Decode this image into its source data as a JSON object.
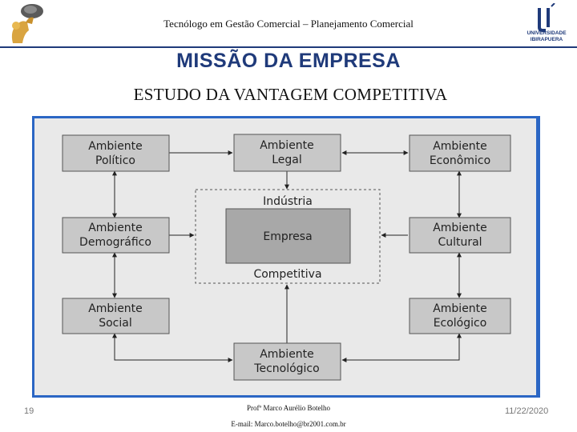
{
  "header": {
    "title": "Tecnólogo em Gestão Comercial – Planejamento Comercial",
    "logo_right_line1": "UNIVERSIDADE",
    "logo_right_line2": "IBIRAPUERA"
  },
  "title": "MISSÃO DA EMPRESA",
  "subtitle": "ESTUDO DA VANTAGEM COMPETITIVA",
  "diagram": {
    "boxes": {
      "politico": [
        "Ambiente",
        "Político"
      ],
      "legal": [
        "Ambiente",
        "Legal"
      ],
      "economico": [
        "Ambiente",
        "Econômico"
      ],
      "demografico": [
        "Ambiente",
        "Demográfico"
      ],
      "cultural": [
        "Ambiente",
        "Cultural"
      ],
      "social": [
        "Ambiente",
        "Social"
      ],
      "ecologico": [
        "Ambiente",
        "Ecológico"
      ],
      "tecnologico": [
        "Ambiente",
        "Tecnológico"
      ],
      "empresa": "Empresa"
    },
    "industria_label": "Indústria",
    "competitiva_label": "Competitiva",
    "colors": {
      "box_fill": "#c8c8c8",
      "empresa_fill": "#a8a8a8",
      "frame": "#2b66c4",
      "title": "#1f3a7a"
    }
  },
  "footer": {
    "slide_number": "19",
    "author": "Profº Marco Aurélio Botelho",
    "email": "E-mail: Marco.botelho@br2001.com.br",
    "date": "11/22/2020"
  }
}
